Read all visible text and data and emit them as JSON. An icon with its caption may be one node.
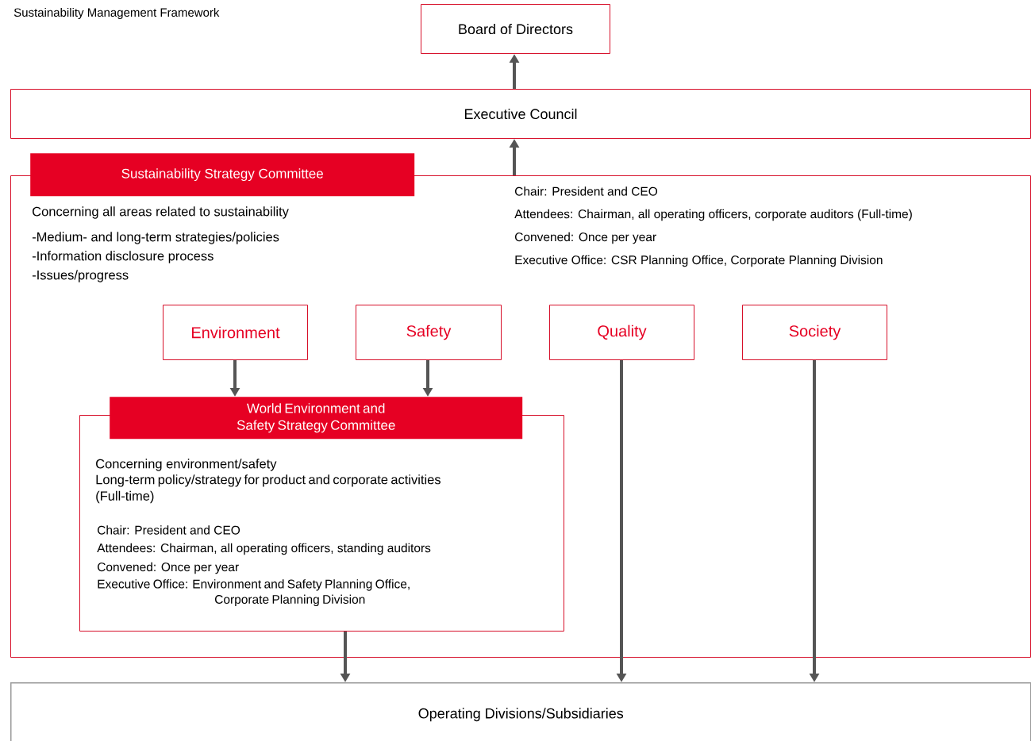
{
  "diagram": {
    "title": "Sustainability Management Framework",
    "nodes": [
      {
        "text": [
          "Board of Directors"
        ]
      },
      {
        "text": [
          "Executive Council"
        ]
      },
      {
        "text": [
          "Sustainability Strategy Committee",
          "Concerning all areas related to sustainability",
          "-Medium- and long-term strategies/policies",
          "-Information disclosure process",
          "-Issues/progress",
          "Chair: President and CEO",
          "Attendees: Chairman, all operating officers, corporate auditors (Full-time)",
          "Convened: Once per year",
          "Executive Office:  CSR Planning Office, Corporate Planning Division"
        ]
      },
      {
        "text": [
          "Environment"
        ],
        "in": 2
      },
      {
        "text": [
          "Safety"
        ],
        "in": 2
      },
      {
        "text": [
          "Quality"
        ],
        "in": 2
      },
      {
        "text": [
          "Society"
        ],
        "in": 2
      },
      {
        "text": [
          "World Environment and Safety Strategy Committee",
          "Concerning environment/safety",
          "Long-term policy/strategy for product and corporate activities (Full-time)",
          "Chair: President and CEO",
          "Attendees: Chairman, all operating officers, standing auditors",
          "Convened: Once per year",
          "Executive Office: Environment and Safety Planning Office, Corporate Planning Division"
        ],
        "in": 2
      },
      {
        "text": [
          "Operating Divisions/Subsidiaries"
        ]
      }
    ],
    "edges": [
      {
        "from": 1,
        "to": 0,
        "arrow": "to"
      },
      {
        "from": 2,
        "to": 1,
        "arrow": "to"
      },
      {
        "from": 3,
        "to": 7,
        "arrow": "to"
      },
      {
        "from": 4,
        "to": 7,
        "arrow": "to"
      },
      {
        "from": 7,
        "to": 8,
        "arrow": "to"
      },
      {
        "from": 5,
        "to": 8,
        "arrow": "to"
      },
      {
        "from": 6,
        "to": 8,
        "arrow": "to"
      }
    ]
  }
}
